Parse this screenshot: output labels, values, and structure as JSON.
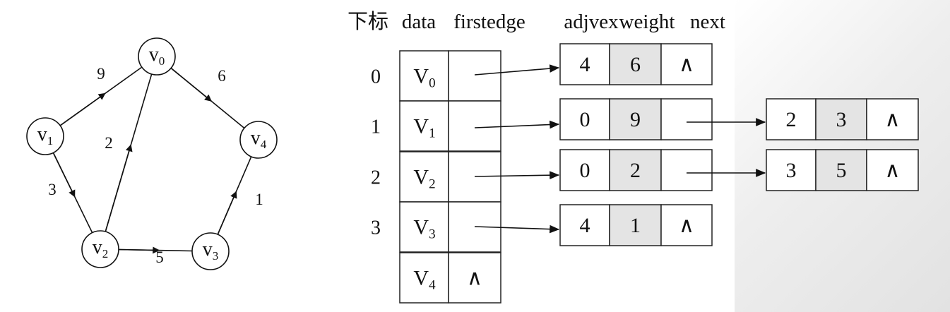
{
  "graph": {
    "nodes": [
      {
        "id": "v0",
        "label": "v",
        "sub": "0"
      },
      {
        "id": "v1",
        "label": "v",
        "sub": "1"
      },
      {
        "id": "v2",
        "label": "v",
        "sub": "2"
      },
      {
        "id": "v3",
        "label": "v",
        "sub": "3"
      },
      {
        "id": "v4",
        "label": "v",
        "sub": "4"
      }
    ],
    "edges": [
      {
        "from": "v1",
        "to": "v0",
        "weight": "9"
      },
      {
        "from": "v0",
        "to": "v4",
        "weight": "6"
      },
      {
        "from": "v2",
        "to": "v0",
        "weight": "2"
      },
      {
        "from": "v1",
        "to": "v2",
        "weight": "3"
      },
      {
        "from": "v2",
        "to": "v3",
        "weight": "5"
      },
      {
        "from": "v3",
        "to": "v4",
        "weight": "1"
      }
    ]
  },
  "headers": {
    "index": "下标",
    "data": "data",
    "firstedge": "firstedge",
    "adjvex": "adjvex",
    "weight": "weight",
    "next": "next"
  },
  "vertex_table": [
    {
      "index": "0",
      "label": "V",
      "sub": "0",
      "firstedge": ""
    },
    {
      "index": "1",
      "label": "V",
      "sub": "1",
      "firstedge": ""
    },
    {
      "index": "2",
      "label": "V",
      "sub": "2",
      "firstedge": ""
    },
    {
      "index": "3",
      "label": "V",
      "sub": "3",
      "firstedge": ""
    },
    {
      "index": "",
      "label": "V",
      "sub": "4",
      "firstedge": "∧"
    }
  ],
  "edge_lists": [
    [
      {
        "adjvex": "4",
        "weight": "6",
        "next": "∧"
      }
    ],
    [
      {
        "adjvex": "0",
        "weight": "9",
        "next": ""
      },
      {
        "adjvex": "2",
        "weight": "3",
        "next": "∧"
      }
    ],
    [
      {
        "adjvex": "0",
        "weight": "2",
        "next": ""
      },
      {
        "adjvex": "3",
        "weight": "5",
        "next": "∧"
      }
    ],
    [
      {
        "adjvex": "4",
        "weight": "1",
        "next": "∧"
      }
    ],
    []
  ]
}
